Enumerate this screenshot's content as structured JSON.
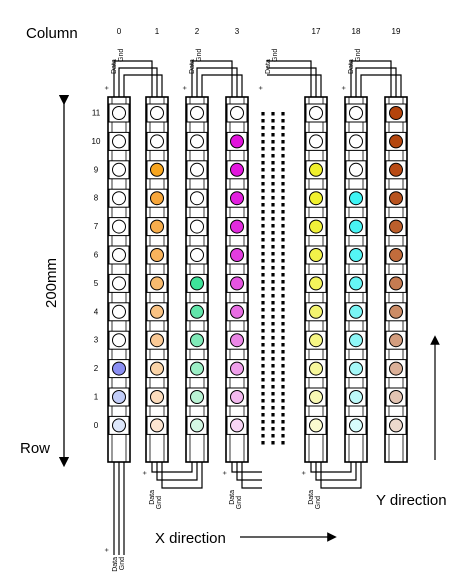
{
  "labels": {
    "column": "Column",
    "row": "Row",
    "height": "200mm",
    "x_direction": "X direction",
    "y_direction": "Y direction"
  },
  "wire_labels": {
    "plus": "+",
    "data": "Data",
    "gnd": "Gnd"
  },
  "column_numbers": [
    "0",
    "1",
    "2",
    "3",
    "17",
    "18",
    "19"
  ],
  "row_numbers": [
    "11",
    "10",
    "9",
    "8",
    "7",
    "6",
    "5",
    "4",
    "3",
    "2",
    "1",
    "0"
  ],
  "led_colors": [
    [
      "#ffffff",
      "#ffffff",
      "#ffffff",
      "#ffffff",
      "#ffffff",
      "#ffffff",
      "#ffffff",
      "#ffffff",
      "#ffffff",
      "#8a8ef2",
      "#c2cdf8",
      "#dde7fb"
    ],
    [
      "#ffffff",
      "#ffffff",
      "#f7a51f",
      "#f7a63a",
      "#f7ad4c",
      "#f8b35c",
      "#f8bb6f",
      "#f9c283",
      "#fac995",
      "#fbd4a8",
      "#fcdcbd",
      "#fde5d1"
    ],
    [
      "#ffffff",
      "#ffffff",
      "#ffffff",
      "#ffffff",
      "#ffffff",
      "#ffffff",
      "#3ee39a",
      "#61e6aa",
      "#7feab8",
      "#9cefc6",
      "#baf4d5",
      "#d4f8e4"
    ],
    [
      "#ffffff",
      "#e212dc",
      "#e216dd",
      "#e21ede",
      "#e22ade",
      "#e33ce0",
      "#e655e1",
      "#e86de3",
      "#eb86e6",
      "#ef9fea",
      "#f3b9ef",
      "#f8d5f5"
    ],
    [
      "#ffffff",
      "#ffffff",
      "#efef2c",
      "#f0f02e",
      "#f1f139",
      "#f2f249",
      "#f3f35b",
      "#f4f46f",
      "#f6f684",
      "#f7f79b",
      "#f9f9b4",
      "#fbfbd0"
    ],
    [
      "#ffffff",
      "#ffffff",
      "#ffffff",
      "#3ef4f4",
      "#48f4f4",
      "#54f5f5",
      "#66f5f5",
      "#79f6f6",
      "#8ef7f7",
      "#a5f9f9",
      "#bdfafa",
      "#d7fcfc"
    ],
    [
      "#b4440c",
      "#b4460e",
      "#b84a14",
      "#b8531e",
      "#bc5f2c",
      "#c16c3c",
      "#c67b51",
      "#cc8c66",
      "#d39d7e",
      "#dbb098",
      "#e3c4b2",
      "#ecd9cd"
    ]
  ]
}
